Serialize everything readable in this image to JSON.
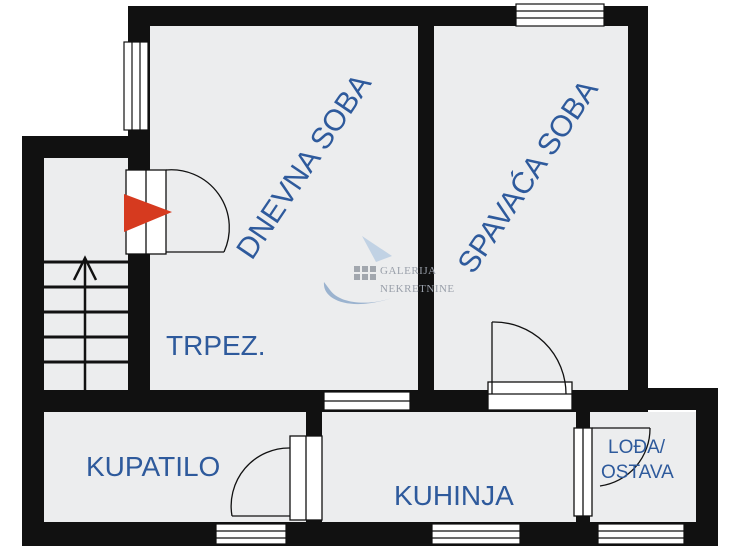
{
  "rooms": {
    "dnevna_soba": "DNEVNA SOBA",
    "spavaca_soba": "SPAVAĆA SOBA",
    "trpez": "TRPEZ.",
    "kupatilo": "KUPATILO",
    "kuhinja": "KUHINJA",
    "loda_line1": "LOĐA/",
    "loda_line2": "OSTAVA"
  },
  "watermark": {
    "line1": "GALERIJA",
    "line2": "NEKRETNINE"
  },
  "colors": {
    "wall": "#111111",
    "floor": "#ecedee",
    "label": "#2e5a9c",
    "entry_marker": "#d63a1f"
  }
}
